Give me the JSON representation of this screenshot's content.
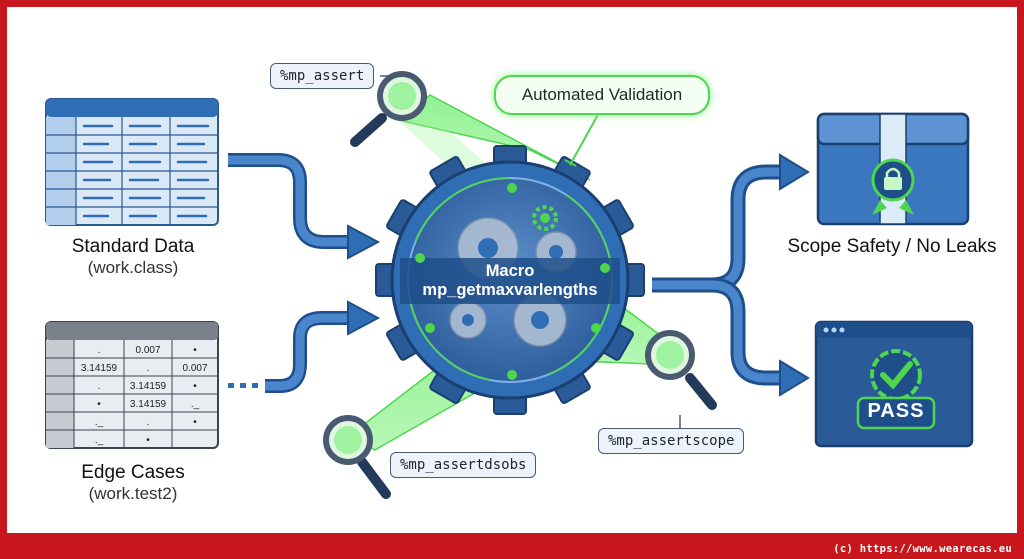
{
  "inputs": [
    {
      "title": "Standard Data",
      "subtitle": "(work.class)"
    },
    {
      "title": "Edge Cases",
      "subtitle": "(work.test2)"
    }
  ],
  "edge_table": {
    "rows": [
      [
        ".",
        "0.007",
        "•"
      ],
      [
        "3.14159",
        ".",
        "0.007"
      ],
      [
        ".",
        "3.14159",
        "•"
      ],
      [
        "•",
        "3.14159",
        "._"
      ],
      [
        "._",
        ".",
        "•"
      ],
      [
        "._",
        "•",
        ""
      ]
    ]
  },
  "center": {
    "line1": "Macro",
    "line2": "mp_getmaxvarlengths"
  },
  "tags": {
    "assert": "%mp_assert",
    "assertdsobs": "%mp_assertdsobs",
    "assertscope": "%mp_assertscope",
    "automated": "Automated Validation"
  },
  "outputs": [
    {
      "title": "Scope Safety / No Leaks",
      "icon": "lock-icon"
    },
    {
      "title": "PASS",
      "icon": "check-badge-icon"
    }
  ],
  "footer": "(c) https://www.wearecas.eu",
  "colors": {
    "frame": "#c8161d",
    "blue": "#2f6db5",
    "dark_blue": "#1f4f8a",
    "green": "#4ed64e"
  }
}
